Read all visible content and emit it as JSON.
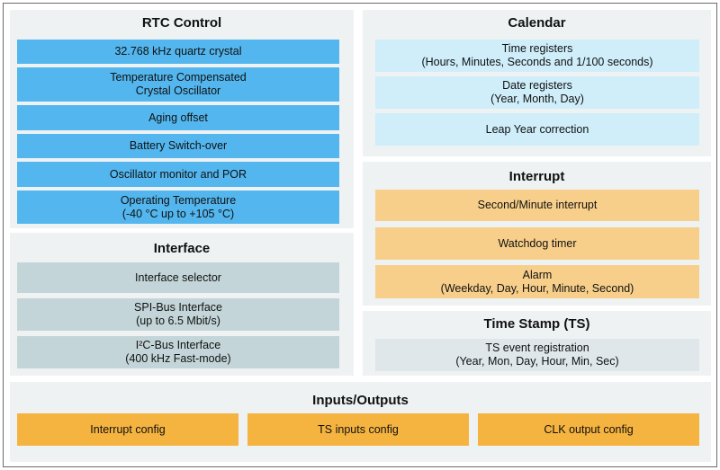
{
  "rtc_control": {
    "title": "RTC Control",
    "items": [
      {
        "line1": "32.768 kHz quartz crystal",
        "line2": ""
      },
      {
        "line1": "Temperature Compensated",
        "line2": "Crystal Oscillator"
      },
      {
        "line1": "Aging offset",
        "line2": ""
      },
      {
        "line1": "Battery Switch-over",
        "line2": ""
      },
      {
        "line1": "Oscillator monitor and POR",
        "line2": ""
      },
      {
        "line1": "Operating Temperature",
        "line2": "(-40 °C up to +105 °C)"
      }
    ]
  },
  "interface": {
    "title": "Interface",
    "items": [
      {
        "line1": "Interface selector",
        "line2": ""
      },
      {
        "line1": "SPI-Bus Interface",
        "line2": "(up to 6.5 Mbit/s)"
      },
      {
        "line1": "I²C-Bus Interface",
        "line2": "(400 kHz Fast-mode)"
      }
    ]
  },
  "calendar": {
    "title": "Calendar",
    "items": [
      {
        "line1": "Time registers",
        "line2": "(Hours, Minutes, Seconds and 1/100 seconds)"
      },
      {
        "line1": "Date registers",
        "line2": "(Year, Month, Day)"
      },
      {
        "line1": "Leap Year correction",
        "line2": ""
      }
    ]
  },
  "interrupt": {
    "title": "Interrupt",
    "items": [
      {
        "line1": "Second/Minute interrupt",
        "line2": ""
      },
      {
        "line1": "Watchdog timer",
        "line2": ""
      },
      {
        "line1": "Alarm",
        "line2": "(Weekday, Day, Hour, Minute, Second)"
      }
    ]
  },
  "time_stamp": {
    "title": "Time Stamp (TS)",
    "items": [
      {
        "line1": "TS event registration",
        "line2": "(Year, Mon, Day, Hour, Min, Sec)"
      }
    ]
  },
  "inputs_outputs": {
    "title": "Inputs/Outputs",
    "items": [
      {
        "line1": "Interrupt config",
        "line2": ""
      },
      {
        "line1": "TS inputs config",
        "line2": ""
      },
      {
        "line1": "CLK output config",
        "line2": ""
      }
    ]
  },
  "colors": {
    "rtc_box": "#53b6ee",
    "calendar_box": "#cfeefa",
    "interface_box": "#c3d5d8",
    "interrupt_box": "#f8cf8a",
    "timestamp_box": "#dfe7ea",
    "io_box": "#f5b340",
    "panel_bg": "#eef2f3"
  }
}
